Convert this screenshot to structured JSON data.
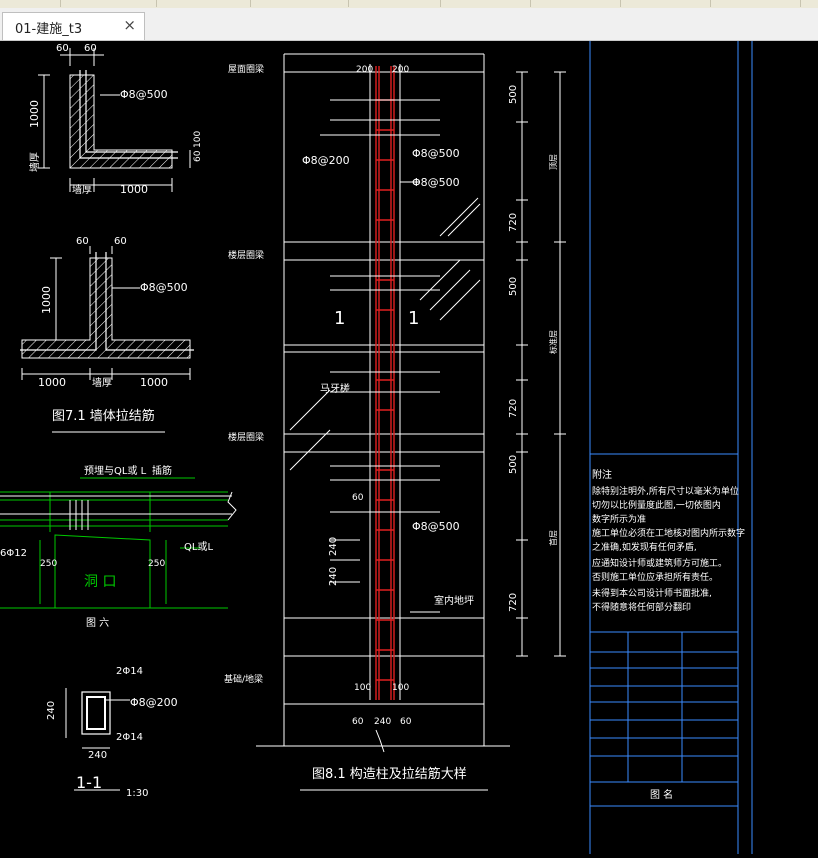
{
  "document_tab": {
    "title": "01-建施_t3",
    "close_icon": "×"
  },
  "drawing": {
    "top_left_dims": {
      "a": "60",
      "b": "60",
      "h": "1000",
      "w": "1000",
      "wall": "墙厚",
      "s60": "60",
      "s100": "100"
    },
    "rebar": {
      "r500": "Φ8@500",
      "r200": "Φ8@200",
      "r6": "6Φ12",
      "r14": "2Φ14"
    },
    "mid_left_dims": {
      "a": "60",
      "b": "60",
      "h": "1000",
      "l": "1000",
      "r": "1000",
      "wall": "墙厚"
    },
    "fig71": "图7.1 墙体拉结筋",
    "lintel": {
      "label1": "预埋与QL或 L",
      "label2": "插筋",
      "ql": "QL或L",
      "d250a": "250",
      "d250b": "250",
      "opening": "洞 口",
      "fig": "图 六"
    },
    "section": {
      "h": "240",
      "w": "240",
      "name": "1-1",
      "scale": "1:30"
    },
    "left_labels": {
      "roof_beam": "屋面圈梁",
      "floor_beam1": "楼层圈梁",
      "floor_beam2": "楼层圈梁",
      "foundation": "基础/地梁"
    },
    "column": {
      "d200a": "200",
      "d200b": "200",
      "d100a": "100",
      "d100b": "100",
      "d60a": "60",
      "d240": "240",
      "d60b": "60",
      "d60c": "60",
      "d240a": "240",
      "d240b": "240",
      "horse_tooth": "马牙槎",
      "ground": "室内地坪",
      "cut_left": "1",
      "cut_right": "1"
    },
    "right_dims": {
      "d500a": "500",
      "d720a": "720",
      "d500b": "500",
      "d720b": "720",
      "d500c": "500",
      "d720c": "720",
      "l1": "顶层",
      "l2": "标准层",
      "l3": "首层"
    },
    "fig81": "图8.1 构造柱及拉结筋大样",
    "notes": {
      "title": "附注",
      "lines": [
        "除特别注明外,所有尺寸以毫米为单位",
        "切勿以比例量度此图,一切依图内",
        "数字所示为准",
        "施工单位必须在工地核对图内所示数字",
        "之准确,如发现有任何矛盾,",
        "应通知设计师或建筑师方可施工。",
        "否则施工单位应承担所有责任。",
        "未得到本公司设计师书面批准,",
        "不得随意将任何部分翻印"
      ]
    },
    "title_block_label": "图  名"
  },
  "colors": {
    "background": "#000000",
    "line_white": "#ffffff",
    "green": "#00c800",
    "red": "#e02020",
    "cyan": "#3a8bff"
  }
}
